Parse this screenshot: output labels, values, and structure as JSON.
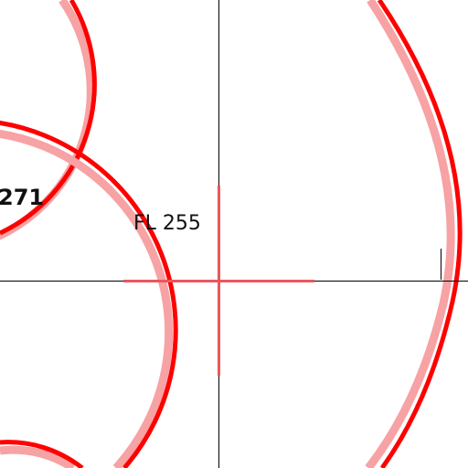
{
  "map": {
    "flight_level_label": "FL 255",
    "route_number_label": "271",
    "colors": {
      "background": "#ffffff",
      "crosshair_axes": "#000000",
      "cursor": "#e8585c",
      "ring_outer": "#f7a2a4",
      "ring_inner": "#ff0000"
    },
    "icons": {
      "cursor": "crosshair-cursor-icon",
      "tick": "vertical-tick-mark"
    }
  }
}
